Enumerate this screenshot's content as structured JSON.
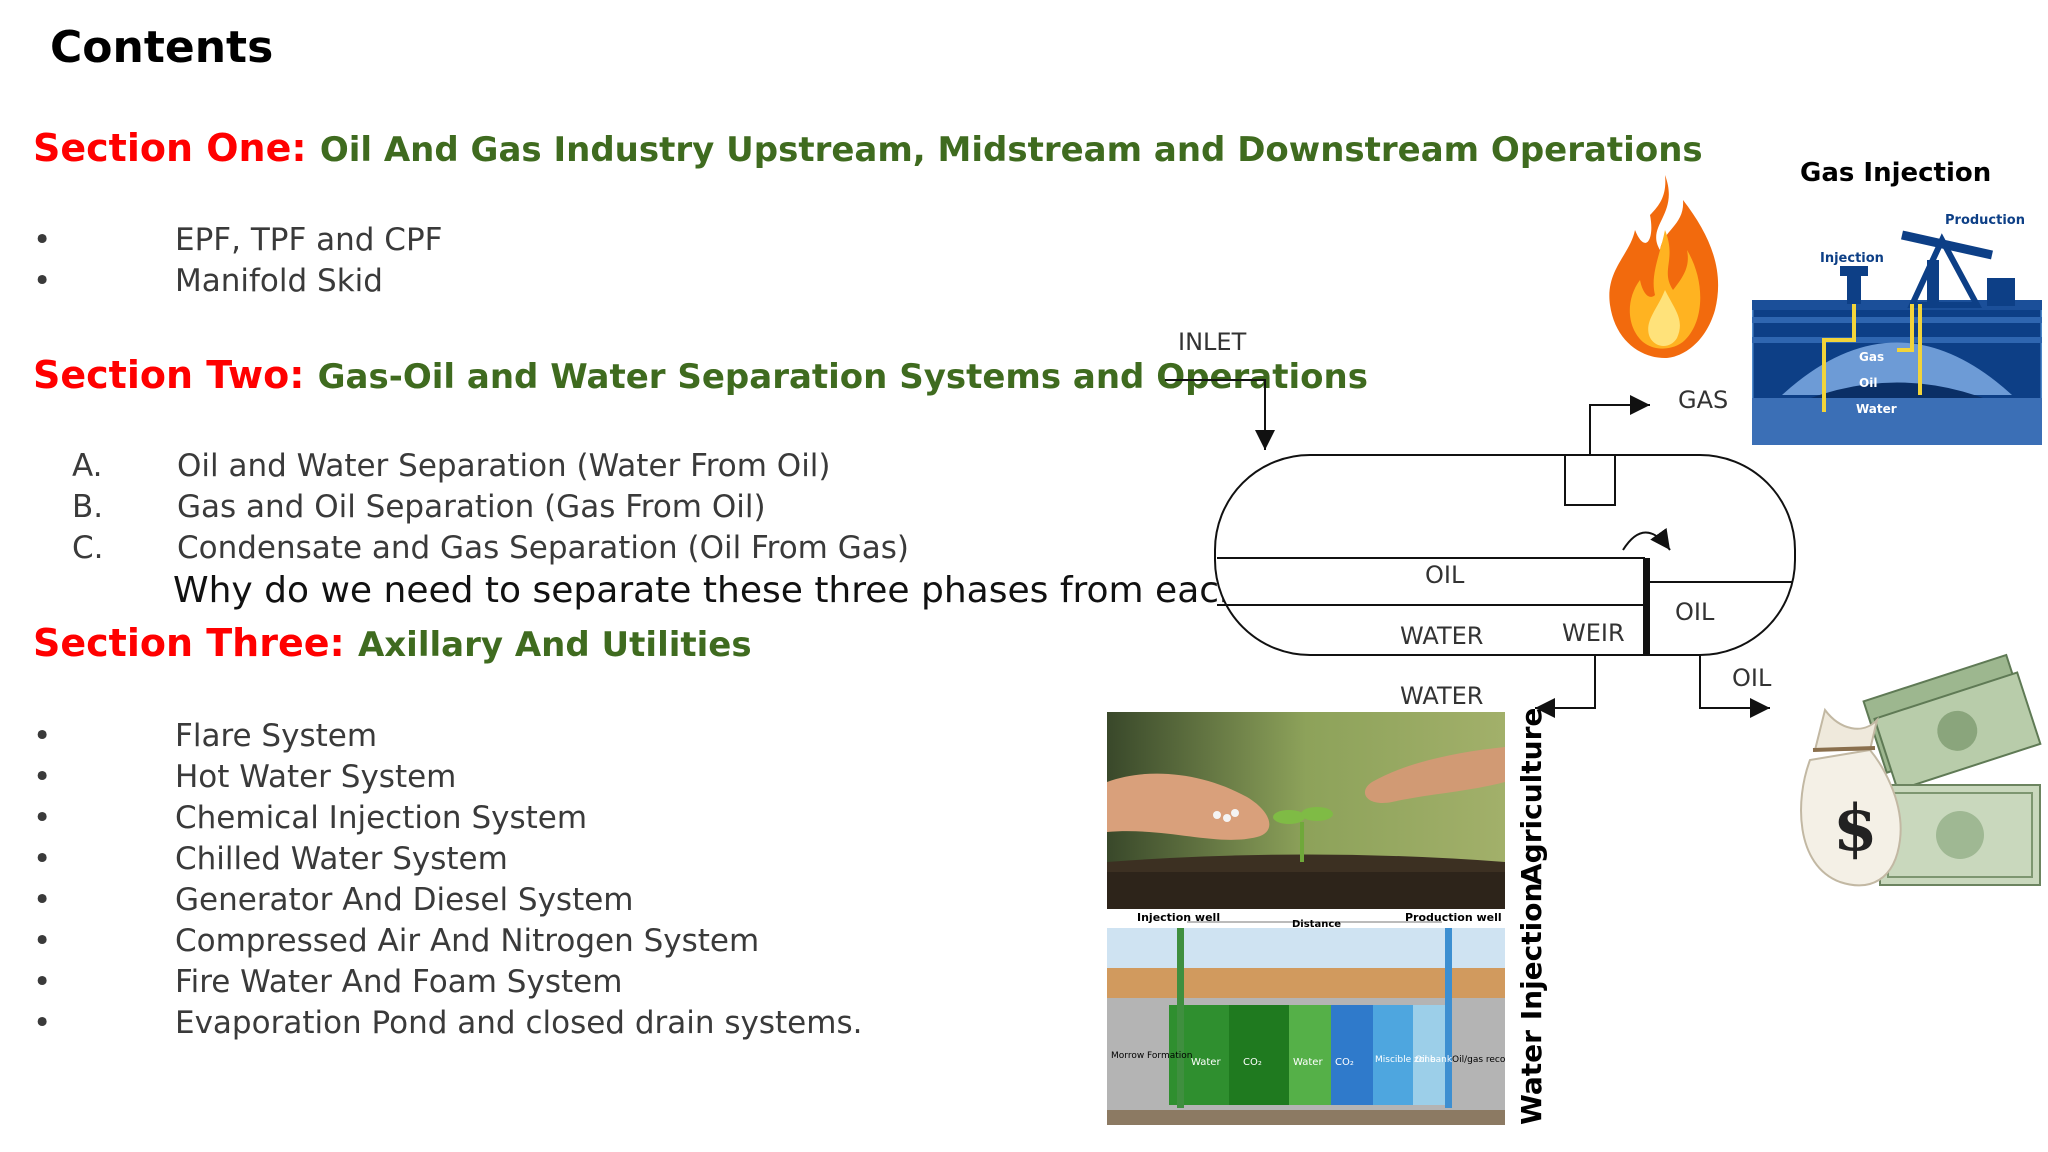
{
  "page": {
    "title": "Contents"
  },
  "sections": [
    {
      "heading": "Section One:",
      "subtitle": "Oil And Gas Industry Upstream, Midstream and Downstream Operations",
      "items": [
        {
          "marker": "•",
          "text": "EPF, TPF and CPF"
        },
        {
          "marker": "•",
          "text": "Manifold Skid"
        }
      ]
    },
    {
      "heading": "Section Two:",
      "subtitle": "Gas-Oil and Water Separation Systems and Operations",
      "items": [
        {
          "marker": "A.",
          "text": "Oil and Water Separation (Water From Oil)"
        },
        {
          "marker": "B.",
          "text": "Gas and Oil Separation (Gas From Oil)"
        },
        {
          "marker": "C.",
          "text": "Condensate and Gas Separation (Oil From Gas)"
        }
      ],
      "question": "Why do we need to separate these three phases from each other?"
    },
    {
      "heading": "Section Three:",
      "subtitle": "Axillary And Utilities",
      "items": [
        {
          "marker": "•",
          "text": "Flare System"
        },
        {
          "marker": "•",
          "text": "Hot Water System"
        },
        {
          "marker": "•",
          "text": "Chemical Injection System"
        },
        {
          "marker": "•",
          "text": "Chilled Water System"
        },
        {
          "marker": "•",
          "text": "Generator And Diesel System"
        },
        {
          "marker": "•",
          "text": "Compressed Air And Nitrogen System"
        },
        {
          "marker": "•",
          "text": "Fire Water And Foam System"
        },
        {
          "marker": "•",
          "text": "Evaporation Pond and closed drain systems."
        }
      ]
    }
  ],
  "separator_diagram": {
    "inlet": "INLET",
    "gas": "GAS",
    "oil_upper": "OIL",
    "water_inner": "WATER",
    "weir": "WEIR",
    "oil_right": "OIL",
    "oil_outlet": "OIL",
    "water_outlet": "WATER"
  },
  "gas_injection": {
    "title": "Gas Injection",
    "production": "Production",
    "injection": "Injection",
    "gas": "Gas",
    "oil": "Oil",
    "water": "Water"
  },
  "side_labels": {
    "agriculture": "Agriculture",
    "water_injection": "Water Injection"
  },
  "water_injection_diagram": {
    "injection_well": "Injection well",
    "production_well": "Production well",
    "distance": "Distance",
    "formation": "Morrow Formation",
    "bands": [
      "Water",
      "CO₂",
      "Water",
      "CO₂",
      "Miscible zone",
      "Oil bank",
      "Oil/gas recovery"
    ]
  },
  "colors": {
    "section_heading": "#ff0000",
    "section_subtitle": "#3f6b1f",
    "gas_injection_bg": "#0d3f86"
  },
  "icons": {
    "fire": "fire-icon",
    "money": "money-bag-icon"
  }
}
